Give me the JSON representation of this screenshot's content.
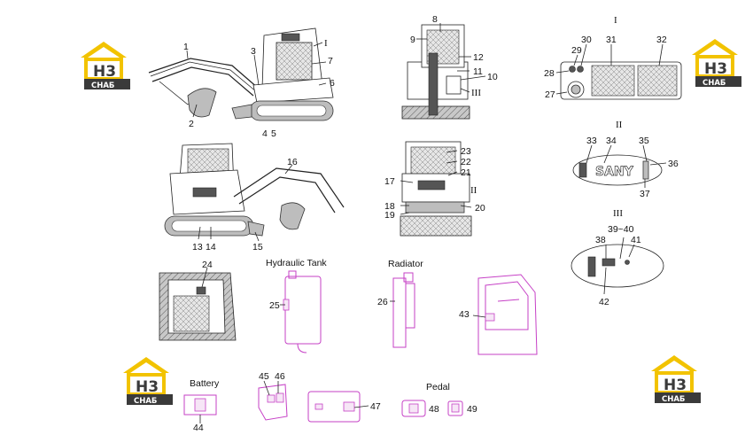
{
  "logo": {
    "mark": "H3",
    "sub": "СНАБ",
    "gold": "#f2c300",
    "dark": "#3a3a3a"
  },
  "captions": {
    "hydraulic_tank": "Hydraulic Tank",
    "radiator": "Radiator",
    "battery": "Battery",
    "pedal": "Pedal"
  },
  "roman": {
    "i": "I",
    "ii": "II",
    "iii": "III"
  },
  "brand": "SANY",
  "n": {
    "1": "1",
    "2": "2",
    "3": "3",
    "4": "4",
    "5": "5",
    "6": "6",
    "7": "7",
    "8": "8",
    "9": "9",
    "10": "10",
    "11": "11",
    "12": "12",
    "13": "13",
    "14": "14",
    "15": "15",
    "16": "16",
    "17": "17",
    "18": "18",
    "19": "19",
    "20": "20",
    "21": "21",
    "22": "22",
    "23": "23",
    "24": "24",
    "25": "25",
    "26": "26",
    "27": "27",
    "28": "28",
    "29": "29",
    "30": "30",
    "31": "31",
    "32": "32",
    "33": "33",
    "34": "34",
    "35": "35",
    "36": "36",
    "37": "37",
    "38": "38",
    "39_40": "39~40",
    "41": "41",
    "42": "42",
    "43": "43",
    "44": "44",
    "45": "45",
    "46": "46",
    "47": "47",
    "48": "48",
    "49": "49"
  },
  "colors": {
    "line": "#222222",
    "pink": "#c640c6",
    "grey": "#bdbdbd"
  }
}
